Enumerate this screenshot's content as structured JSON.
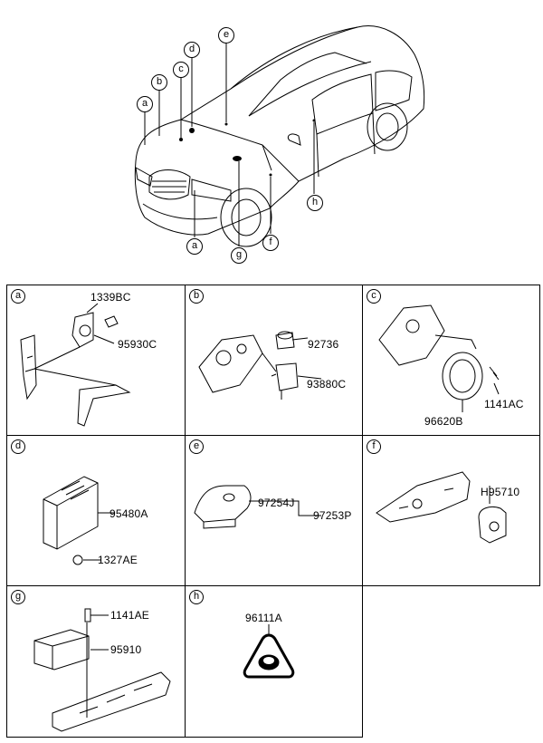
{
  "car_callouts": [
    "a",
    "b",
    "c",
    "d",
    "e",
    "a",
    "g",
    "f",
    "h"
  ],
  "cells": [
    {
      "tag": "a",
      "parts": [
        "1339BC",
        "95930C"
      ]
    },
    {
      "tag": "b",
      "parts": [
        "92736",
        "93880C"
      ]
    },
    {
      "tag": "c",
      "parts": [
        "96620B",
        "1141AC"
      ]
    },
    {
      "tag": "d",
      "parts": [
        "95480A",
        "1327AE"
      ]
    },
    {
      "tag": "e",
      "parts": [
        "97254J",
        "97253P"
      ]
    },
    {
      "tag": "f",
      "parts": [
        "H95710"
      ]
    },
    {
      "tag": "g",
      "parts": [
        "1141AE",
        "95910"
      ]
    },
    {
      "tag": "h",
      "parts": [
        "96111A"
      ]
    }
  ]
}
